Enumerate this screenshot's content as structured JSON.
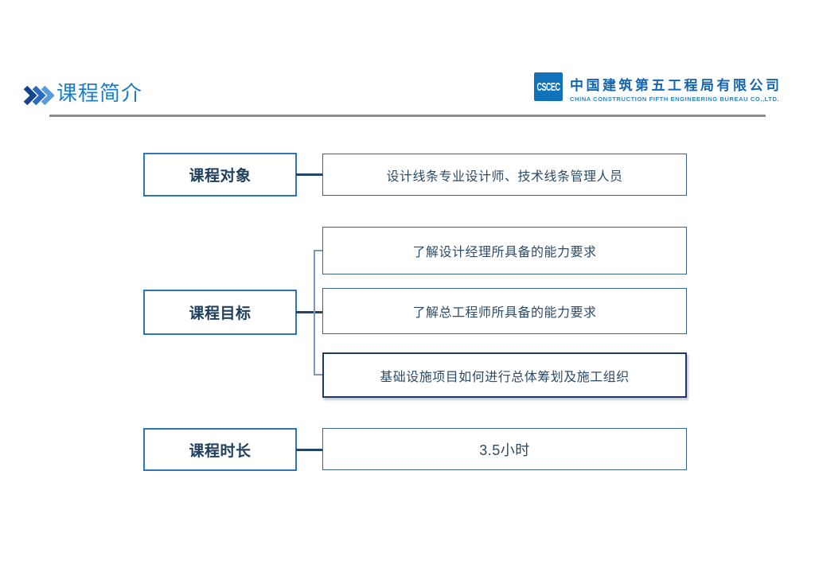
{
  "header": {
    "title": "课程简介"
  },
  "logo": {
    "emblem_text": "CSCEC",
    "company_cn": "中国建筑第五工程局有限公司",
    "company_en": "CHINA CONSTRUCTION FIFTH ENGINEERING BUREAU CO.,LTD."
  },
  "diagram": {
    "rows": [
      {
        "label": "课程对象",
        "items": [
          "设计线条专业设计师、技术线条管理人员"
        ]
      },
      {
        "label": "课程目标",
        "items": [
          "了解设计经理所具备的能力要求",
          "了解总工程师所具备的能力要求",
          "基础设施项目如何进行总体筹划及施工组织"
        ]
      },
      {
        "label": "课程时长",
        "items": [
          "3.5小时"
        ]
      }
    ]
  },
  "colors": {
    "title-blue": "#1E7EC4",
    "accent-blue": "#2E75B6",
    "box-border-dark": "#3A638E",
    "navy": "#1F3864",
    "connector": "#24456B",
    "bracket": "#7E99B5",
    "text-dark": "#2C4B66",
    "label-dark": "#21405C",
    "divider-gray": "#8C8C8C",
    "logo-blue": "#1272B9",
    "logo-text-blue": "#1565AE",
    "logo-en-blue": "#2F86C5",
    "chevron-1": "#16458F",
    "chevron-2": "#2A6AC0",
    "chevron-3": "#5A9BD8"
  }
}
